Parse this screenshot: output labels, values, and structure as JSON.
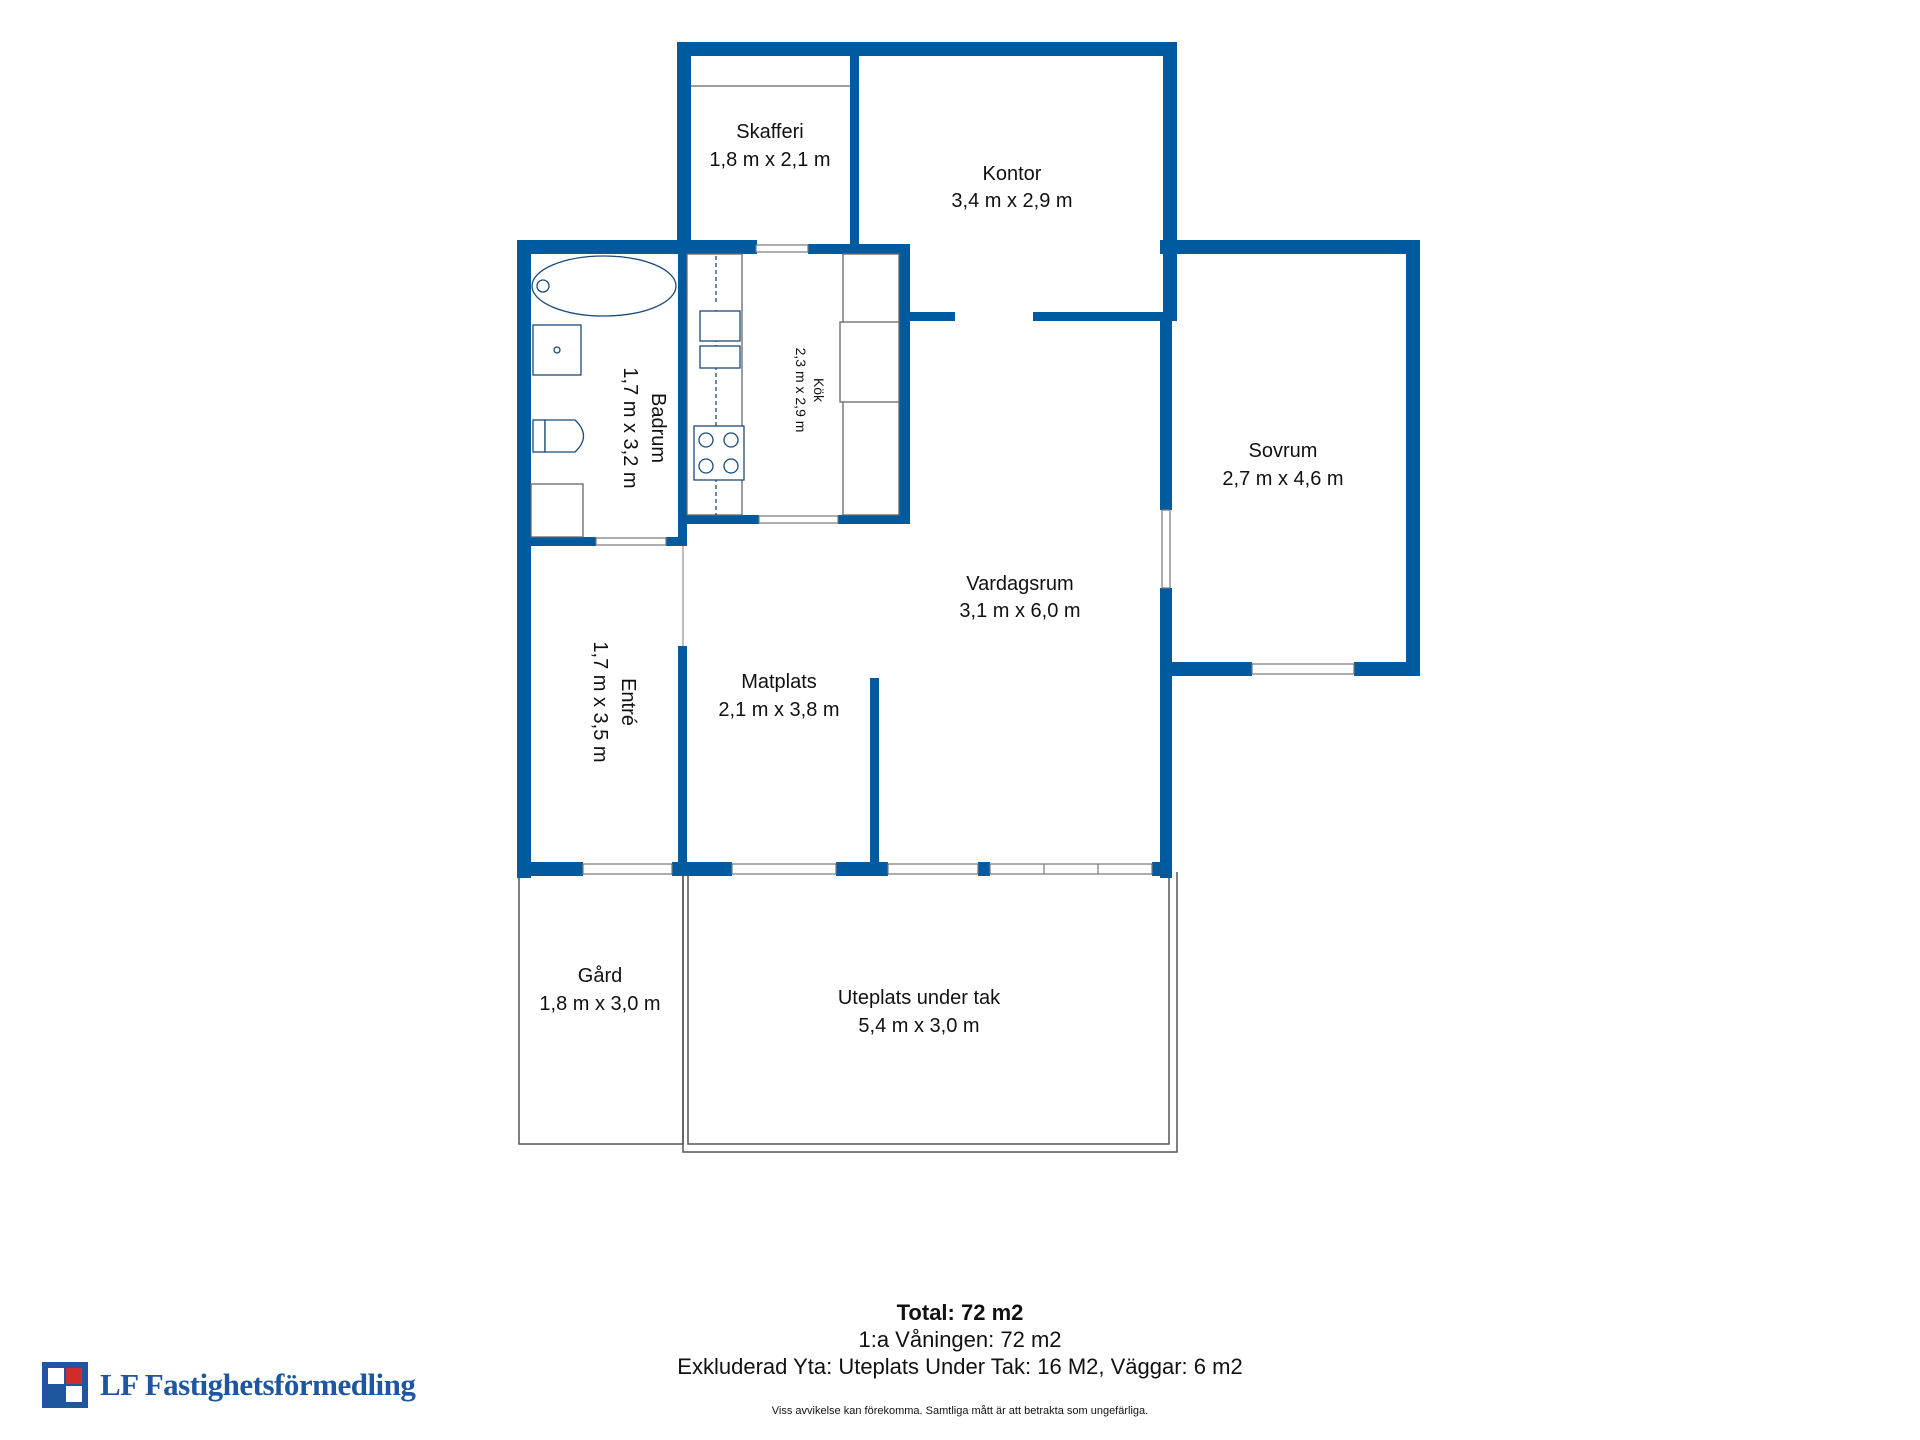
{
  "colors": {
    "wall": "#005aa0",
    "fixture": "#1a4a7a",
    "outline": "#333333",
    "brand": "#1e56a0"
  },
  "rooms": {
    "skafferi": {
      "name": "Skafferi",
      "size": "1,8 m x 2,1 m"
    },
    "kontor": {
      "name": "Kontor",
      "size": "3,4 m x 2,9 m"
    },
    "badrum": {
      "name": "Badrum",
      "size": "1,7 m x 3,2 m"
    },
    "kok": {
      "name": "Kök",
      "size": "2,3 m x 2,9 m"
    },
    "sovrum": {
      "name": "Sovrum",
      "size": "2,7 m x 4,6 m"
    },
    "vardagsrum": {
      "name": "Vardagsrum",
      "size": "3,1 m x 6,0 m"
    },
    "entre": {
      "name": "Entré",
      "size": "1,7 m x 3,5 m"
    },
    "matplats": {
      "name": "Matplats",
      "size": "2,1 m x 3,8 m"
    },
    "gard": {
      "name": "Gård",
      "size": "1,8 m x 3,0 m"
    },
    "uteplats": {
      "name": "Uteplats under tak",
      "size": "5,4 m x 3,0 m"
    }
  },
  "summary": {
    "total": "Total: 72 m2",
    "floor": "1:a Våningen: 72 m2",
    "excluded": "Exkluderad Yta: Uteplats Under Tak: 16 M2, Väggar: 6 m2",
    "disclaimer": "Viss avvikelse kan förekomma. Samtliga mått är att betrakta som ungefärliga."
  },
  "brand": {
    "name": "LF Fastighetsförmedling"
  }
}
